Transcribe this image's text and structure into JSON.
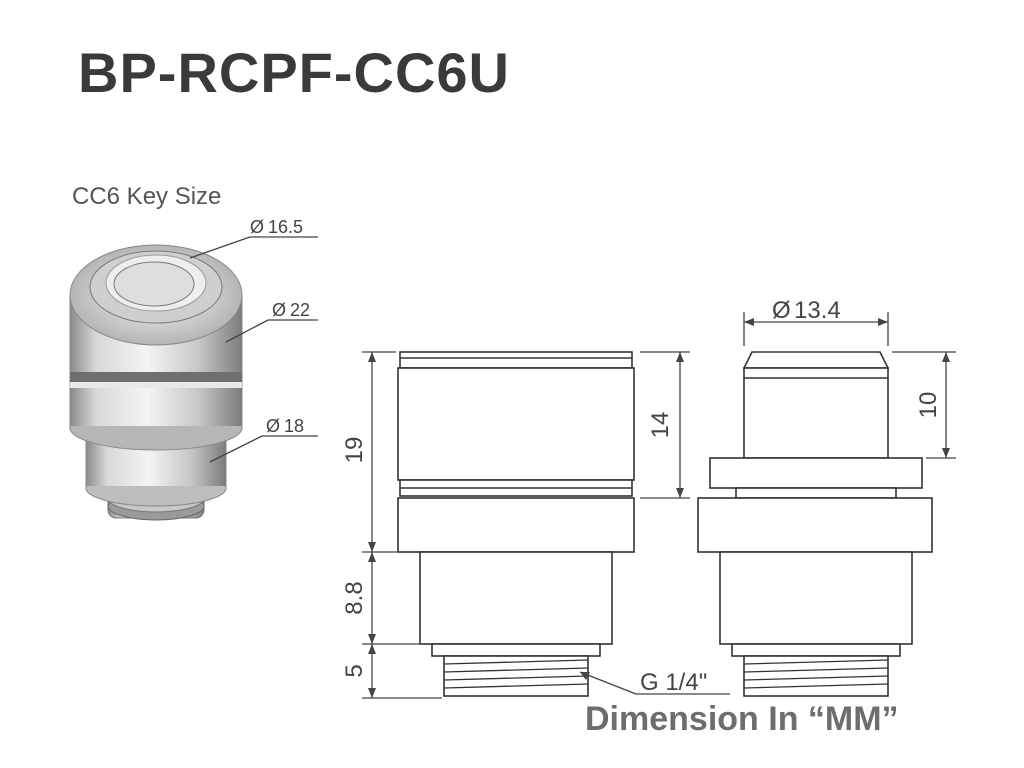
{
  "title": "BP-RCPF-CC6U",
  "key_size_label": "CC6 Key Size",
  "dimension_note": "Dimension In “MM”",
  "diameter_symbol": "Ø",
  "photo_dims": {
    "top_inner": "16.5",
    "body": "22",
    "lower": "18"
  },
  "side_dims": {
    "total_upper": "19",
    "upper_part": "14",
    "middle": "8.8",
    "thread": "5",
    "thread_label": "G 1/4\""
  },
  "key_dims": {
    "key_diameter": "13.4",
    "key_height": "10"
  }
}
